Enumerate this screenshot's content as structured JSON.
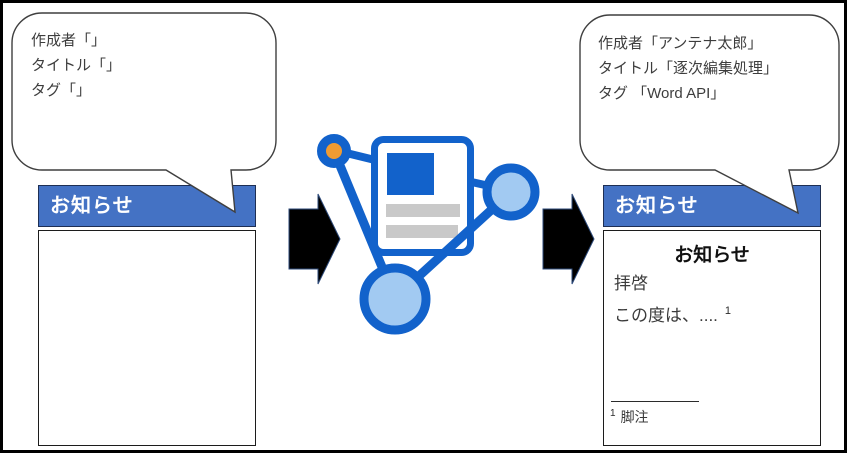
{
  "diagram": {
    "left_callout": {
      "lines": [
        "作成者「」",
        "タイトル「」",
        "タグ「」"
      ]
    },
    "right_callout": {
      "lines": [
        "作成者「アンテナ太郎」",
        "タイトル「逐次編集処理」",
        "タグ 「Word API」"
      ]
    },
    "left_document": {
      "header": "お知らせ",
      "body_text": ""
    },
    "right_document": {
      "header": "お知らせ",
      "body": {
        "title": "お知らせ",
        "greeting": "拝啓",
        "line": "この度は、....",
        "line_footnote_ref": "1",
        "footnote_marker": "1",
        "footnote_text": "脚注"
      }
    },
    "icons": {
      "center": "document-network-icon",
      "left_arrow": "right-arrow-icon",
      "right_arrow": "right-arrow-icon"
    },
    "colors": {
      "header_blue": "#4472C4",
      "icon_blue": "#1262CB",
      "icon_light_blue": "#A2CAF2",
      "icon_orange": "#F09B32",
      "bar_gray": "#C9C9C9",
      "page_white": "#FFFFFF",
      "arrow_black": "#000000",
      "bubble_stroke": "#3F3F3F"
    }
  }
}
